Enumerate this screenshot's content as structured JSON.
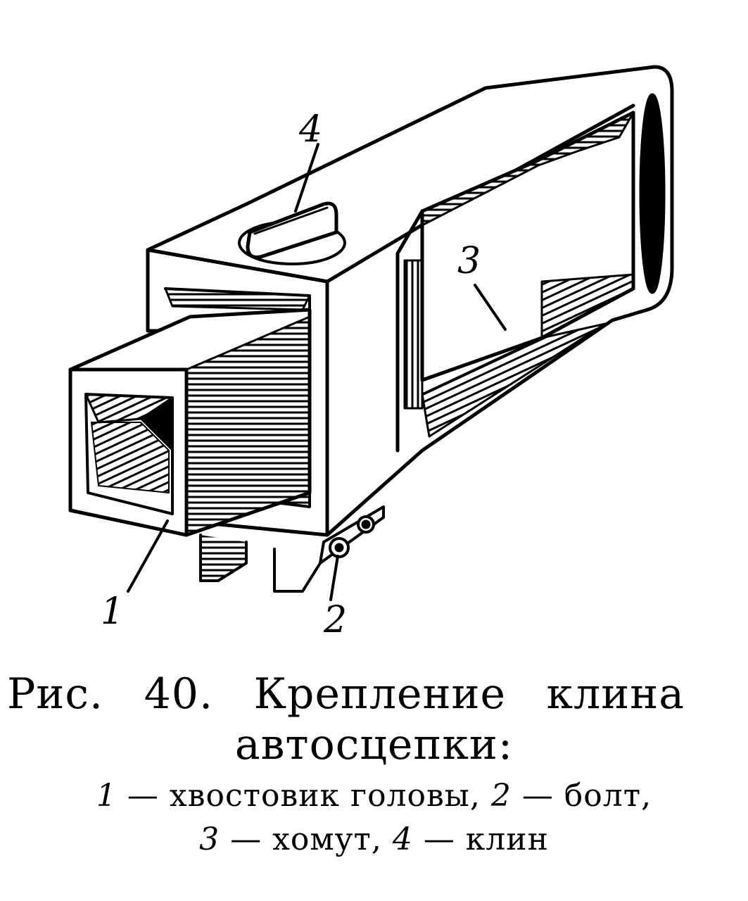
{
  "figure": {
    "callouts": [
      {
        "id": "1",
        "label": "1"
      },
      {
        "id": "2",
        "label": "2"
      },
      {
        "id": "3",
        "label": "3"
      },
      {
        "id": "4",
        "label": "4"
      }
    ]
  },
  "caption": {
    "line1": "Рис.  40.  Крепление  клина",
    "line2": "автосцепки:",
    "legend": [
      {
        "num": "1",
        "text": "— хвостовик головы,"
      },
      {
        "num": "2",
        "text": "— болт,"
      },
      {
        "num": "3",
        "text": "— хомут,"
      },
      {
        "num": "4",
        "text": "— клин"
      }
    ]
  }
}
